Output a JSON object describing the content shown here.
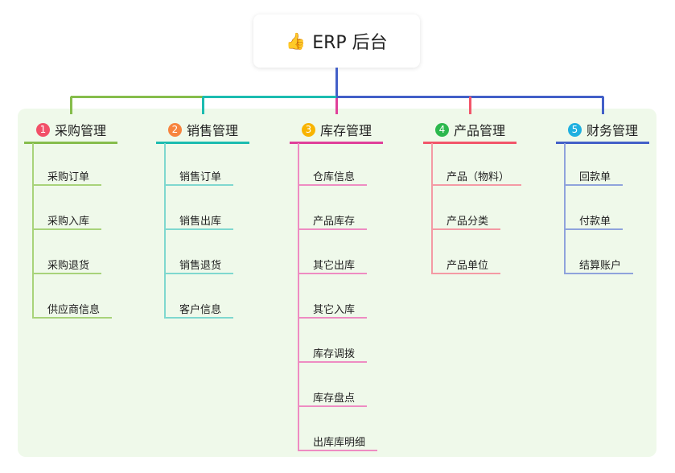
{
  "root": {
    "title": "ERP 后台",
    "icon": "thumbs-up-icon"
  },
  "branches": [
    {
      "index": "1",
      "label": "采购管理",
      "color": "#86bd4c",
      "badge_color": "#f25068",
      "light": "#a8d37a",
      "children": [
        "采购订单",
        "采购入库",
        "采购退货",
        "供应商信息"
      ]
    },
    {
      "index": "2",
      "label": "销售管理",
      "color": "#1cbcb0",
      "badge_color": "#f7843e",
      "light": "#7fd8cf",
      "children": [
        "销售订单",
        "销售出库",
        "销售退货",
        "客户信息"
      ]
    },
    {
      "index": "3",
      "label": "库存管理",
      "color": "#e0409a",
      "badge_color": "#f8b400",
      "light": "#ee8cc2",
      "children": [
        "仓库信息",
        "产品库存",
        "其它出库",
        "其它入库",
        "库存调拨",
        "库存盘点",
        "出库库明细"
      ]
    },
    {
      "index": "4",
      "label": "产品管理",
      "color": "#f2566a",
      "badge_color": "#2cb84d",
      "light": "#f49aa4",
      "children": [
        "产品（物料）",
        "产品分类",
        "产品单位"
      ]
    },
    {
      "index": "5",
      "label": "财务管理",
      "color": "#4360c8",
      "badge_color": "#1fb0e0",
      "light": "#8fa3dc",
      "children": [
        "回款单",
        "付款单",
        "结算账户"
      ]
    }
  ]
}
